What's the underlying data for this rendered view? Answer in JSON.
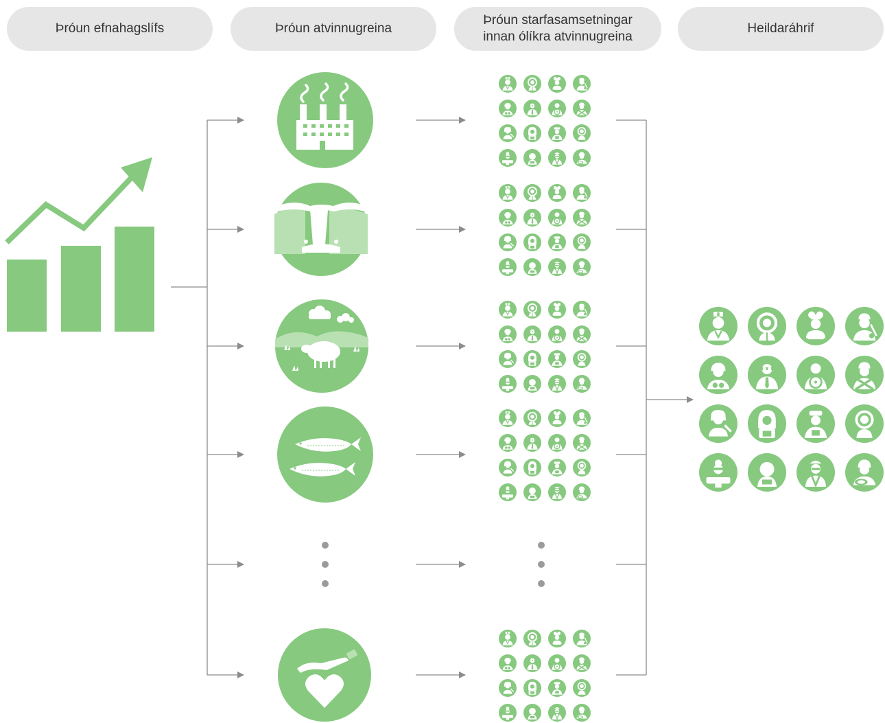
{
  "headers": [
    {
      "lines": [
        "Þróun efnahagslífs"
      ]
    },
    {
      "lines": [
        "Þróun atvinnugreina"
      ]
    },
    {
      "lines": [
        "Þróun starfasamsetningar",
        "innan ólíkra atvinnugreina"
      ]
    },
    {
      "lines": [
        "Heildaráhrif"
      ]
    }
  ],
  "rows": [
    {
      "industry": "factory-icon",
      "has_jobs": true
    },
    {
      "industry": "waterfall-icon",
      "has_jobs": true
    },
    {
      "industry": "sheep-icon",
      "has_jobs": true
    },
    {
      "industry": "fish-icon",
      "has_jobs": true
    },
    {
      "industry": "ellipsis",
      "has_jobs": false
    },
    {
      "industry": "care-heart-icon",
      "has_jobs": true
    }
  ],
  "colors": {
    "green": "#86c97f",
    "green_light": "#b9e0b3",
    "pill": "#e6e6e6",
    "line": "#8c8c8c",
    "dot": "#9b9b9b"
  }
}
